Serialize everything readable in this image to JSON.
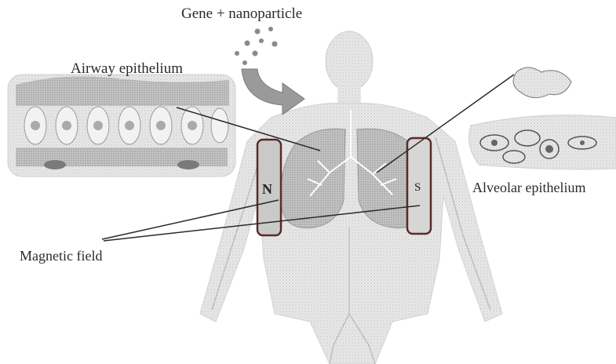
{
  "labels": {
    "gene_nanoparticle": "Gene + nanoparticle",
    "airway_epithelium": "Airway epithelium",
    "alveolar_epithelium": "Alveolar epithelium",
    "magnetic_field": "Magnetic field"
  },
  "magnets": {
    "north_label": "N",
    "south_label": "S"
  },
  "colors": {
    "ink": "#2a2a2a",
    "body_fill": "#e6e6e6",
    "lung_fill": "#bdbdbd",
    "magnet_fill": "#c9c9c9",
    "magnet_outline": "#5a2a2a",
    "arrow_fill": "#9a9a9a",
    "particle": "#8a8a8a"
  }
}
